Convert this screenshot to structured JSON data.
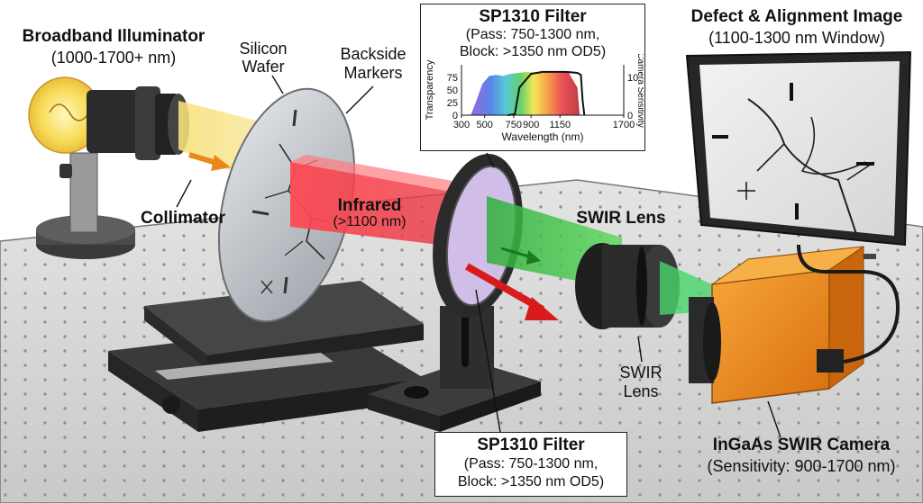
{
  "illuminator": {
    "title": "Broadband Illuminator",
    "range": "(1000-1700+ nm)"
  },
  "collimator": {
    "label": "Collimator"
  },
  "wafer": {
    "line1": "Silicon",
    "line2": "Wafer"
  },
  "markers": {
    "line1": "Backside",
    "line2": "Markers"
  },
  "infrared": {
    "title": "Infrared",
    "range": "(>1100 nm)"
  },
  "filter_top": {
    "title": "SP1310 Filter",
    "pass": "(Pass: 750-1300 nm,",
    "block": "Block: >1350 nm OD5)"
  },
  "filter_bottom": {
    "title": "SP1310 Filter",
    "pass": "(Pass: 750-1300 nm,",
    "block": "Block: >1350 nm OD5)"
  },
  "swir_lens_bold": {
    "label": "SWIR Lens"
  },
  "swir_lens_small": {
    "line1": "SWIR",
    "line2": "Lens"
  },
  "image_panel": {
    "title": "Defect & Alignment Image",
    "window": "(1100-1300 nm Window)"
  },
  "camera": {
    "title": "InGaAs SWIR Camera",
    "sensitivity": "(Sensitivity: 900-1700 nm)"
  },
  "colors": {
    "ir_beam": "#e8303a",
    "filtered_beam": "#3cc43c",
    "camera_body": "#f08a1a",
    "illuminator_glow": "#f5d442"
  },
  "chart_data": {
    "type": "area",
    "xlabel": "Wavelength (nm)",
    "ylabel_left": "Transparency",
    "ylabel_right": "Camera Sensitivity",
    "xlim": [
      300,
      1700
    ],
    "ylim": [
      0,
      100
    ],
    "xticks": [
      "300",
      "500",
      "750",
      "900",
      "1150",
      "1700"
    ],
    "xtick_values": [
      300,
      500,
      750,
      900,
      1150,
      1700
    ],
    "yticks_left": [
      "0",
      "25",
      "50",
      "75"
    ],
    "ytick_left_values": [
      0,
      25,
      50,
      75
    ],
    "yticks_right": [
      "0",
      "10"
    ],
    "series": [
      {
        "x": [
          380,
          430,
          480,
          540,
          600,
          660,
          720,
          790,
          880,
          980,
          1080,
          1160,
          1220,
          1300,
          1320
        ],
        "y": [
          0,
          30,
          62,
          78,
          80,
          78,
          82,
          84,
          86,
          86,
          86,
          87,
          86,
          55,
          0
        ]
      },
      {
        "x": [
          700,
          760,
          800,
          900,
          1000,
          1100,
          1200,
          1300,
          1330,
          1345,
          1360
        ],
        "y": [
          0,
          2,
          55,
          82,
          86,
          86,
          86,
          84,
          80,
          30,
          0
        ]
      }
    ]
  }
}
